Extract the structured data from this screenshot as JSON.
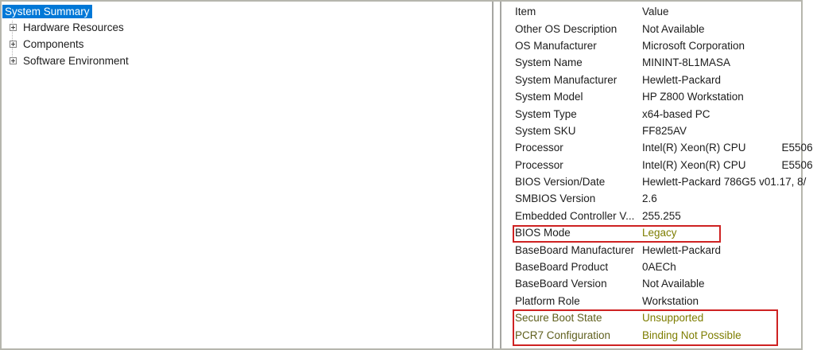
{
  "app": "System Information",
  "colors": {
    "selection_bg": "#0078d7",
    "selection_text": "#ffffff",
    "annotation_box": "#ce2222",
    "emphasis_value": "#7d7d00",
    "emphasis_label": "#5f5f1d",
    "text": "#1c1c1c",
    "window_border": "#b6b6ad"
  },
  "sidebar": {
    "items": [
      {
        "label": "System Summary",
        "selected": true,
        "expandable": false
      },
      {
        "label": "Hardware Resources",
        "selected": false,
        "expandable": true
      },
      {
        "label": "Components",
        "selected": false,
        "expandable": true
      },
      {
        "label": "Software Environment",
        "selected": false,
        "expandable": true
      }
    ]
  },
  "table": {
    "columns": [
      "Item",
      "Value"
    ],
    "rows": [
      {
        "item": "Other OS Description",
        "value": "Not Available",
        "emphasis": null
      },
      {
        "item": "OS Manufacturer",
        "value": "Microsoft Corporation",
        "emphasis": null
      },
      {
        "item": "System Name",
        "value": "MININT-8L1MASA",
        "emphasis": null
      },
      {
        "item": "System Manufacturer",
        "value": "Hewlett-Packard",
        "emphasis": null
      },
      {
        "item": "System Model",
        "value": "HP Z800 Workstation",
        "emphasis": null
      },
      {
        "item": "System Type",
        "value": "x64-based PC",
        "emphasis": null
      },
      {
        "item": "System SKU",
        "value": "FF825AV",
        "emphasis": null
      },
      {
        "item": "Processor",
        "value": "Intel(R) Xeon(R) CPU            E5506",
        "emphasis": null
      },
      {
        "item": "Processor",
        "value": "Intel(R) Xeon(R) CPU            E5506",
        "emphasis": null
      },
      {
        "item": "BIOS Version/Date",
        "value": "Hewlett-Packard 786G5 v01.17, 8/",
        "emphasis": null
      },
      {
        "item": "SMBIOS Version",
        "value": "2.6",
        "emphasis": null
      },
      {
        "item": "Embedded Controller V...",
        "value": "255.255",
        "emphasis": null
      },
      {
        "item": "BIOS Mode",
        "value": "Legacy",
        "emphasis": "value"
      },
      {
        "item": "BaseBoard Manufacturer",
        "value": "Hewlett-Packard",
        "emphasis": null
      },
      {
        "item": "BaseBoard Product",
        "value": "0AECh",
        "emphasis": null
      },
      {
        "item": "BaseBoard Version",
        "value": "Not Available",
        "emphasis": null
      },
      {
        "item": "Platform Role",
        "value": "Workstation",
        "emphasis": null
      },
      {
        "item": "Secure Boot State",
        "value": "Unsupported",
        "emphasis": "row"
      },
      {
        "item": "PCR7 Configuration",
        "value": "Binding Not Possible",
        "emphasis": "row"
      }
    ]
  },
  "annotations": {
    "bios_mode_box": "highlight around BIOS Mode row",
    "secure_boot_box": "highlight around Secure Boot State and PCR7 Configuration rows"
  }
}
